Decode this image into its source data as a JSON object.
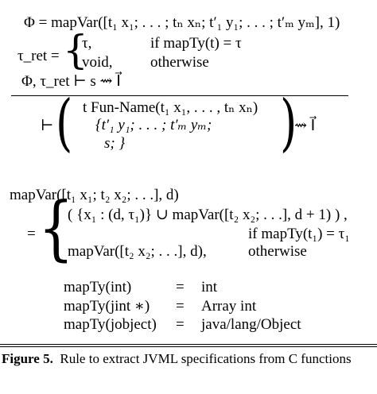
{
  "rule": {
    "premise1": "Φ = mapVar([t₁ x₁; . . . ; tₙ xₙ; t′₁ y₁; . . . ; t′ₘ yₘ], 1)",
    "premise2_lhs": "τ_ret =",
    "premise2_case1_val": "τ,",
    "premise2_case1_cond": "if mapTy(t) = τ",
    "premise2_case2_val": "void,",
    "premise2_case2_cond": "otherwise",
    "premise3": "Φ, τ_ret ⊢ s ⇝ I⃗",
    "conclusion_turnstile": "⊢",
    "conclusion_line1": "t Fun-Name(t₁ x₁, . . . , tₙ xₙ)",
    "conclusion_line2": "{t′₁ y₁; . . . ; t′ₘ yₘ;",
    "conclusion_line3": "s; }",
    "conclusion_result": "⇝ I⃗"
  },
  "mapvar": {
    "head": "mapVar([t₁ x₁; t₂ x₂; . . .], d)",
    "eq": "=",
    "case1_val": "( {x₁ : (d, τ₁)} ∪ mapVar([t₂ x₂; . . .], d + 1) ) ,",
    "case1_cond": "if mapTy(t₁) = τ₁",
    "case2_val": "mapVar([t₂ x₂; . . .], d),",
    "case2_cond": "otherwise"
  },
  "mapty": [
    {
      "lhs": "mapTy(int)",
      "eq": "=",
      "rhs": "int"
    },
    {
      "lhs": "mapTy(jint ∗)",
      "eq": "=",
      "rhs": "Array int"
    },
    {
      "lhs": "mapTy(jobject)",
      "eq": "=",
      "rhs": "java/lang/Object"
    }
  ],
  "caption": {
    "label": "Figure 5.",
    "text": "Rule to extract JVML specifications from C functions"
  }
}
